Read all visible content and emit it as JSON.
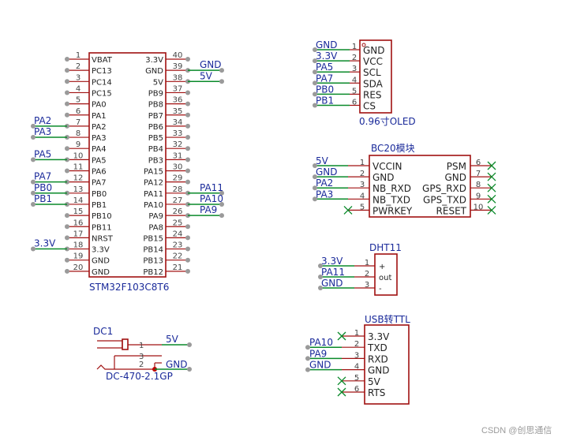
{
  "stm32": {
    "title": "STM32F103C8T6",
    "left_pins": [
      {
        "num": "1",
        "name": "VBAT",
        "net": ""
      },
      {
        "num": "2",
        "name": "PC13",
        "net": ""
      },
      {
        "num": "3",
        "name": "PC14",
        "net": ""
      },
      {
        "num": "4",
        "name": "PC15",
        "net": ""
      },
      {
        "num": "5",
        "name": "PA0",
        "net": ""
      },
      {
        "num": "6",
        "name": "PA1",
        "net": ""
      },
      {
        "num": "7",
        "name": "PA2",
        "net": "PA2"
      },
      {
        "num": "8",
        "name": "PA3",
        "net": "PA3"
      },
      {
        "num": "9",
        "name": "PA4",
        "net": ""
      },
      {
        "num": "10",
        "name": "PA5",
        "net": "PA5"
      },
      {
        "num": "11",
        "name": "PA6",
        "net": ""
      },
      {
        "num": "12",
        "name": "PA7",
        "net": "PA7"
      },
      {
        "num": "13",
        "name": "PB0",
        "net": "PB0"
      },
      {
        "num": "14",
        "name": "PB1",
        "net": "PB1"
      },
      {
        "num": "15",
        "name": "PB10",
        "net": ""
      },
      {
        "num": "16",
        "name": "PB11",
        "net": ""
      },
      {
        "num": "17",
        "name": "NRST",
        "net": ""
      },
      {
        "num": "18",
        "name": "3.3V",
        "net": "3.3V"
      },
      {
        "num": "19",
        "name": "GND",
        "net": ""
      },
      {
        "num": "20",
        "name": "GND",
        "net": ""
      }
    ],
    "right_pins": [
      {
        "num": "40",
        "name": "3.3V",
        "net": ""
      },
      {
        "num": "39",
        "name": "GND",
        "net": "GND"
      },
      {
        "num": "38",
        "name": "5V",
        "net": "5V"
      },
      {
        "num": "37",
        "name": "PB9",
        "net": ""
      },
      {
        "num": "36",
        "name": "PB8",
        "net": ""
      },
      {
        "num": "35",
        "name": "PB7",
        "net": ""
      },
      {
        "num": "34",
        "name": "PB6",
        "net": ""
      },
      {
        "num": "33",
        "name": "PB5",
        "net": ""
      },
      {
        "num": "32",
        "name": "PB4",
        "net": ""
      },
      {
        "num": "31",
        "name": "PB3",
        "net": ""
      },
      {
        "num": "30",
        "name": "PA15",
        "net": ""
      },
      {
        "num": "29",
        "name": "PA12",
        "net": ""
      },
      {
        "num": "28",
        "name": "PA11",
        "net": "PA11"
      },
      {
        "num": "27",
        "name": "PA10",
        "net": "PA10"
      },
      {
        "num": "26",
        "name": "PA9",
        "net": "PA9"
      },
      {
        "num": "25",
        "name": "PA8",
        "net": ""
      },
      {
        "num": "24",
        "name": "PB15",
        "net": ""
      },
      {
        "num": "23",
        "name": "PB14",
        "net": ""
      },
      {
        "num": "22",
        "name": "PB13",
        "net": ""
      },
      {
        "num": "21",
        "name": "PB12",
        "net": ""
      }
    ]
  },
  "oled": {
    "title": "0.96寸OLED",
    "pins": [
      {
        "num": "1",
        "name": "GND",
        "net": "GND"
      },
      {
        "num": "2",
        "name": "VCC",
        "net": "3.3V"
      },
      {
        "num": "3",
        "name": "SCL",
        "net": "PA5"
      },
      {
        "num": "4",
        "name": "SDA",
        "net": "PA7"
      },
      {
        "num": "5",
        "name": "RES",
        "net": "PB0"
      },
      {
        "num": "6",
        "name": "CS",
        "net": "PB1"
      }
    ]
  },
  "bc20": {
    "title": "BC20模块",
    "left_pins": [
      {
        "num": "1",
        "name": "VCCIN",
        "net": "5V"
      },
      {
        "num": "2",
        "name": "GND",
        "net": "GND"
      },
      {
        "num": "3",
        "name": "NB_RXD",
        "net": "PA2"
      },
      {
        "num": "4",
        "name": "NB_TXD",
        "net": "PA3"
      },
      {
        "num": "5",
        "name": "PWRKEY",
        "net": ""
      }
    ],
    "right_pins": [
      {
        "num": "6",
        "name": "PSM"
      },
      {
        "num": "7",
        "name": "GND"
      },
      {
        "num": "8",
        "name": "GPS_RXD"
      },
      {
        "num": "9",
        "name": "GPS_TXD"
      },
      {
        "num": "10",
        "name": "RESET"
      }
    ]
  },
  "dht11": {
    "title": "DHT11",
    "pins": [
      {
        "num": "1",
        "name": "+",
        "net": "3.3V"
      },
      {
        "num": "2",
        "name": "out",
        "net": "PA11"
      },
      {
        "num": "3",
        "name": "-",
        "net": "GND"
      }
    ]
  },
  "usb_ttl": {
    "title": "USB转TTL",
    "pins": [
      {
        "num": "1",
        "name": "3.3V",
        "net": ""
      },
      {
        "num": "2",
        "name": "TXD",
        "net": "PA10"
      },
      {
        "num": "3",
        "name": "RXD",
        "net": "PA9"
      },
      {
        "num": "4",
        "name": "GND",
        "net": "GND"
      },
      {
        "num": "5",
        "name": "5V",
        "net": ""
      },
      {
        "num": "6",
        "name": "RTS",
        "net": ""
      }
    ]
  },
  "dc1": {
    "ref": "DC1",
    "part": "DC-470-2.1GP",
    "pins": [
      {
        "num": "1",
        "net": "5V"
      },
      {
        "num": "3",
        "net": ""
      },
      {
        "num": "2",
        "net": "GND"
      }
    ]
  },
  "watermark": "CSDN @创思通信"
}
